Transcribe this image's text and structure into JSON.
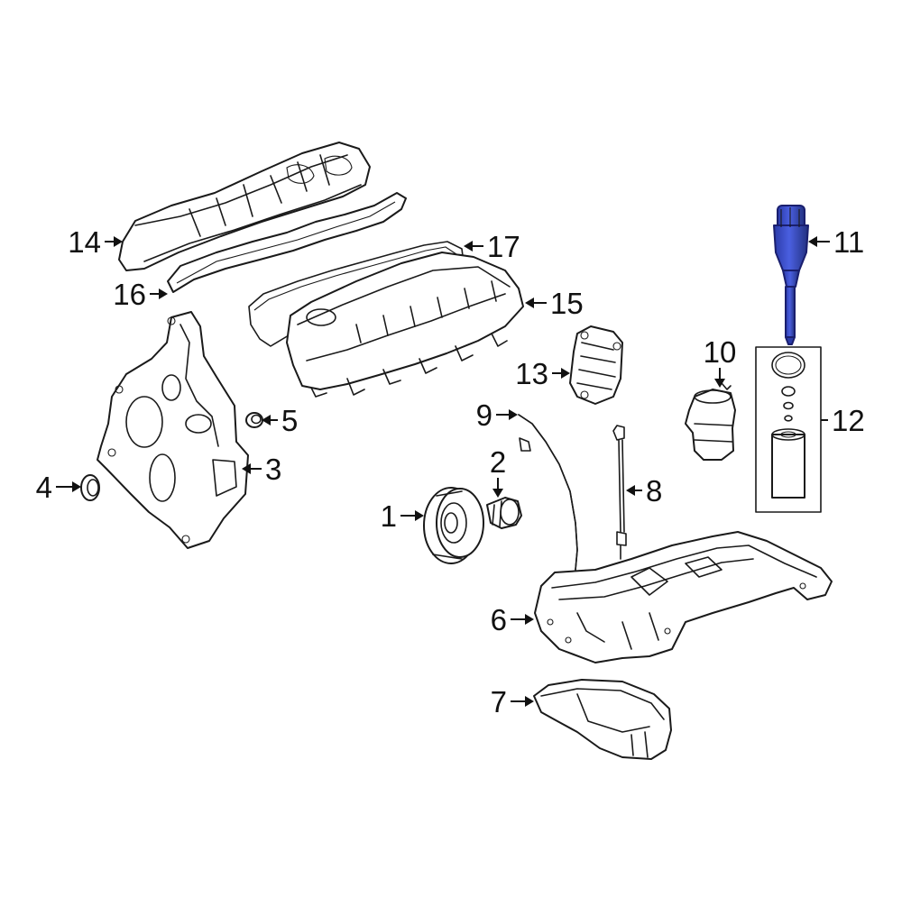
{
  "callouts": [
    {
      "id": "1",
      "label": "1"
    },
    {
      "id": "2",
      "label": "2"
    },
    {
      "id": "3",
      "label": "3"
    },
    {
      "id": "4",
      "label": "4"
    },
    {
      "id": "5",
      "label": "5"
    },
    {
      "id": "6",
      "label": "6"
    },
    {
      "id": "7",
      "label": "7"
    },
    {
      "id": "8",
      "label": "8"
    },
    {
      "id": "9",
      "label": "9"
    },
    {
      "id": "10",
      "label": "10"
    },
    {
      "id": "11",
      "label": "11"
    },
    {
      "id": "12",
      "label": "12"
    },
    {
      "id": "13",
      "label": "13"
    },
    {
      "id": "14",
      "label": "14"
    },
    {
      "id": "15",
      "label": "15"
    },
    {
      "id": "16",
      "label": "16"
    },
    {
      "id": "17",
      "label": "17"
    }
  ],
  "highlighted_part": "11",
  "colors": {
    "line": "#1a1a1a",
    "highlight_fill": "#2f41c4",
    "highlight_stroke": "#1a1f6e",
    "background": "#ffffff"
  }
}
